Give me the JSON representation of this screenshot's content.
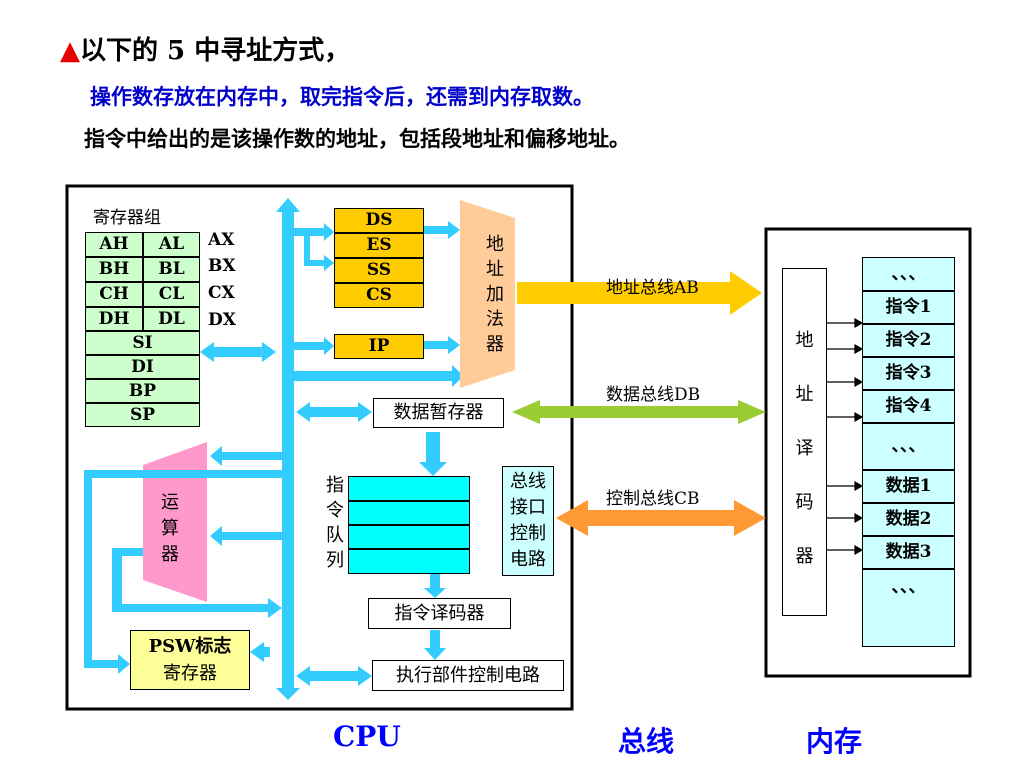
{
  "header": {
    "triangle": "▲",
    "line1": "以下的 5 中寻址方式，",
    "line2": "操作数存放在内存中，取完指令后，还需到内存取数。",
    "line3": "指令中给出的是该操作数的地址，包括段地址和偏移地址。"
  },
  "cpu": {
    "reg_group_title": "寄存器组",
    "regs": [
      [
        "AH",
        "AL"
      ],
      [
        "BH",
        "BL"
      ],
      [
        "CH",
        "CL"
      ],
      [
        "DH",
        "DL"
      ]
    ],
    "reg_names": [
      "AX",
      "BX",
      "CX",
      "DX"
    ],
    "index_regs": [
      "SI",
      "DI",
      "BP",
      "SP"
    ],
    "seg_regs": [
      "DS",
      "ES",
      "SS",
      "CS"
    ],
    "ip": "IP",
    "adder": [
      "地",
      "址",
      "加",
      "法",
      "器"
    ],
    "data_temp": "数据暂存器",
    "queue_label": [
      "指",
      "令",
      "队",
      "列"
    ],
    "bus_ctrl": [
      "总线",
      "接口",
      "控制",
      "电路"
    ],
    "alu": [
      "运",
      "算",
      "器"
    ],
    "decoder": "指令译码器",
    "psw": [
      "PSW标志",
      "寄存器"
    ],
    "exec_ctrl": "执行部件控制电路"
  },
  "bus": {
    "ab": "地址总线AB",
    "db": "数据总线DB",
    "cb": "控制总线CB"
  },
  "memory": {
    "decoder": [
      "地",
      "址",
      "译",
      "码",
      "器"
    ],
    "cells": [
      "、、、",
      "指令1",
      "指令2",
      "指令3",
      "指令4",
      "、、、",
      "数据1",
      "数据2",
      "数据3",
      "、、、"
    ]
  },
  "footer": {
    "cpu": "CPU",
    "bus": "总线",
    "mem": "内存"
  },
  "colors": {
    "arrow_blue": "#33ccff",
    "ab_arrow": "#ffcc00",
    "db_arrow": "#99cc33",
    "cb_arrow": "#ff9933",
    "adder_fill": "#ffcc99",
    "alu_fill": "#ff99cc"
  }
}
